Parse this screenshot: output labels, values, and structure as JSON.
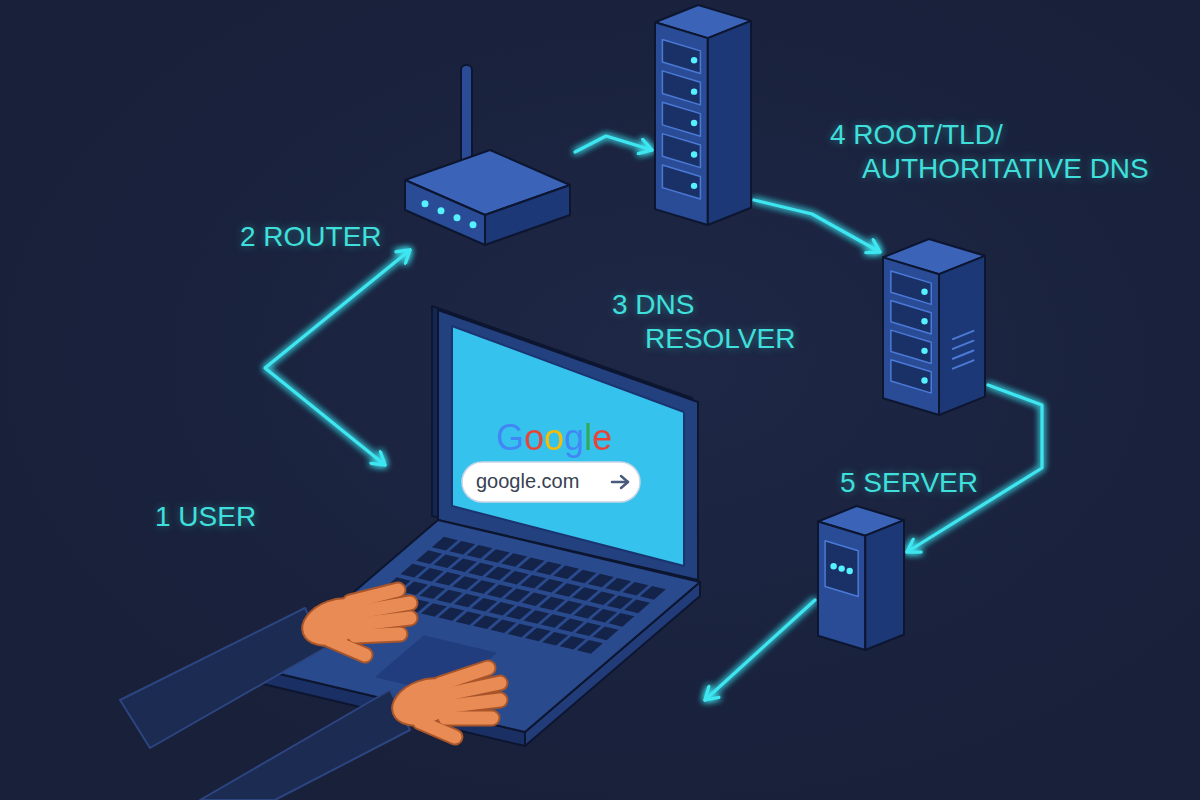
{
  "diagram": {
    "nodes": [
      {
        "text": [
          "1 USER"
        ]
      },
      {
        "text": [
          "2 ROUTER"
        ]
      },
      {
        "text": [
          "3 DNS RESOLVER"
        ]
      },
      {
        "text": [
          "4 ROOT/TLD/ AUTHORITATIVE DNS"
        ]
      },
      {
        "text": [
          "5 SERVER"
        ]
      }
    ],
    "edges": [
      {
        "from": 0,
        "to": 1,
        "arrow": "both"
      },
      {
        "from": 1,
        "to": 2,
        "arrow": "to"
      },
      {
        "from": 2,
        "to": 3,
        "arrow": "to"
      },
      {
        "from": 3,
        "to": 4,
        "arrow": "to"
      },
      {
        "from": 4,
        "to": 0,
        "arrow": "to"
      }
    ],
    "labels": [
      "Google",
      "google.com"
    ]
  }
}
